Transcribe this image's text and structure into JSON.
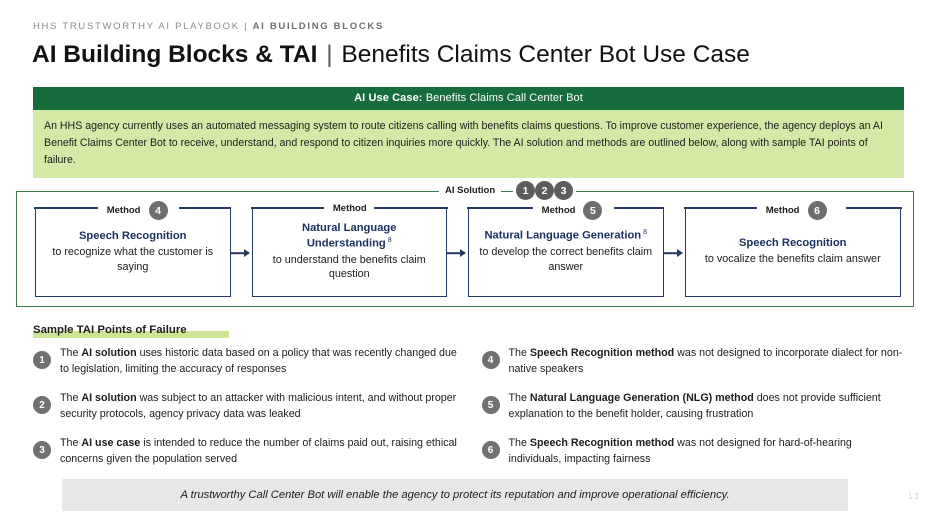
{
  "eyebrow": {
    "prefix": "HHS TRUSTWORTHY AI PLAYBOOK",
    "separator": "|",
    "section": "AI BUILDING BLOCKS"
  },
  "title": {
    "strong": "AI Building Blocks & TAI",
    "separator": "|",
    "light": "Benefits Claims Center Bot Use Case"
  },
  "use_case": {
    "header_label": "AI Use Case:",
    "header_value": "Benefits Claims Call Center Bot",
    "body": "An HHS agency currently uses an automated messaging system to route citizens calling with benefits claims questions. To improve customer experience, the agency deploys an AI Benefit Claims Center Bot to receive, understand, and respond to citizen inquiries more quickly. The AI solution and methods are outlined below, along with sample TAI points of failure."
  },
  "solution": {
    "label": "AI Solution",
    "badges": [
      "1",
      "2",
      "3"
    ],
    "method_label": "Method",
    "methods": [
      {
        "badge": "4",
        "title": "Speech Recognition",
        "superscript": "",
        "desc": "to recognize what the customer is saying"
      },
      {
        "badge": "",
        "title": "Natural Language Understanding",
        "superscript": "8",
        "desc": "to understand the benefits claim question"
      },
      {
        "badge": "5",
        "title": "Natural Language Generation",
        "superscript": "8",
        "desc": "to develop the correct benefits claim answer"
      },
      {
        "badge": "6",
        "title": "Speech Recognition",
        "superscript": "",
        "desc": "to vocalize the benefits claim answer"
      }
    ]
  },
  "failures": {
    "heading": "Sample TAI Points of Failure",
    "left": [
      {
        "number": "1",
        "pre": "The ",
        "bold": "AI solution",
        "post": " uses historic data based on a policy that was recently changed due to legislation, limiting the accuracy of responses"
      },
      {
        "number": "2",
        "pre": "The ",
        "bold": "AI solution",
        "post": " was subject to an attacker with malicious intent, and without proper security protocols, agency privacy data was leaked"
      },
      {
        "number": "3",
        "pre": "The ",
        "bold": "AI use case",
        "post": " is intended to reduce the number of claims paid out, raising ethical concerns given the population served"
      }
    ],
    "right": [
      {
        "number": "4",
        "pre": "The ",
        "bold": "Speech Recognition method",
        "post": " was not designed to incorporate dialect for non-native speakers"
      },
      {
        "number": "5",
        "pre": "The ",
        "bold": "Natural Language Generation (NLG) method",
        "post": " does not provide sufficient explanation to the benefit holder, causing frustration"
      },
      {
        "number": "6",
        "pre": "The ",
        "bold": "Speech Recognition method",
        "post": " was not designed for hard-of-hearing individuals, impacting fairness"
      }
    ]
  },
  "footer": {
    "callout": "A trustworthy Call Center Bot will enable the agency to protect its reputation and improve operational efficiency.",
    "page_number": "13"
  },
  "colors": {
    "dark_green": "#176c3c",
    "light_green": "#d4e9a6",
    "highlight_green": "#cde495",
    "container_green": "#3f7a4f",
    "navy": "#253a62",
    "navy_text": "#1b3160",
    "circle_gray": "#6e6e6e",
    "callout_gray": "#e7e7e7"
  }
}
